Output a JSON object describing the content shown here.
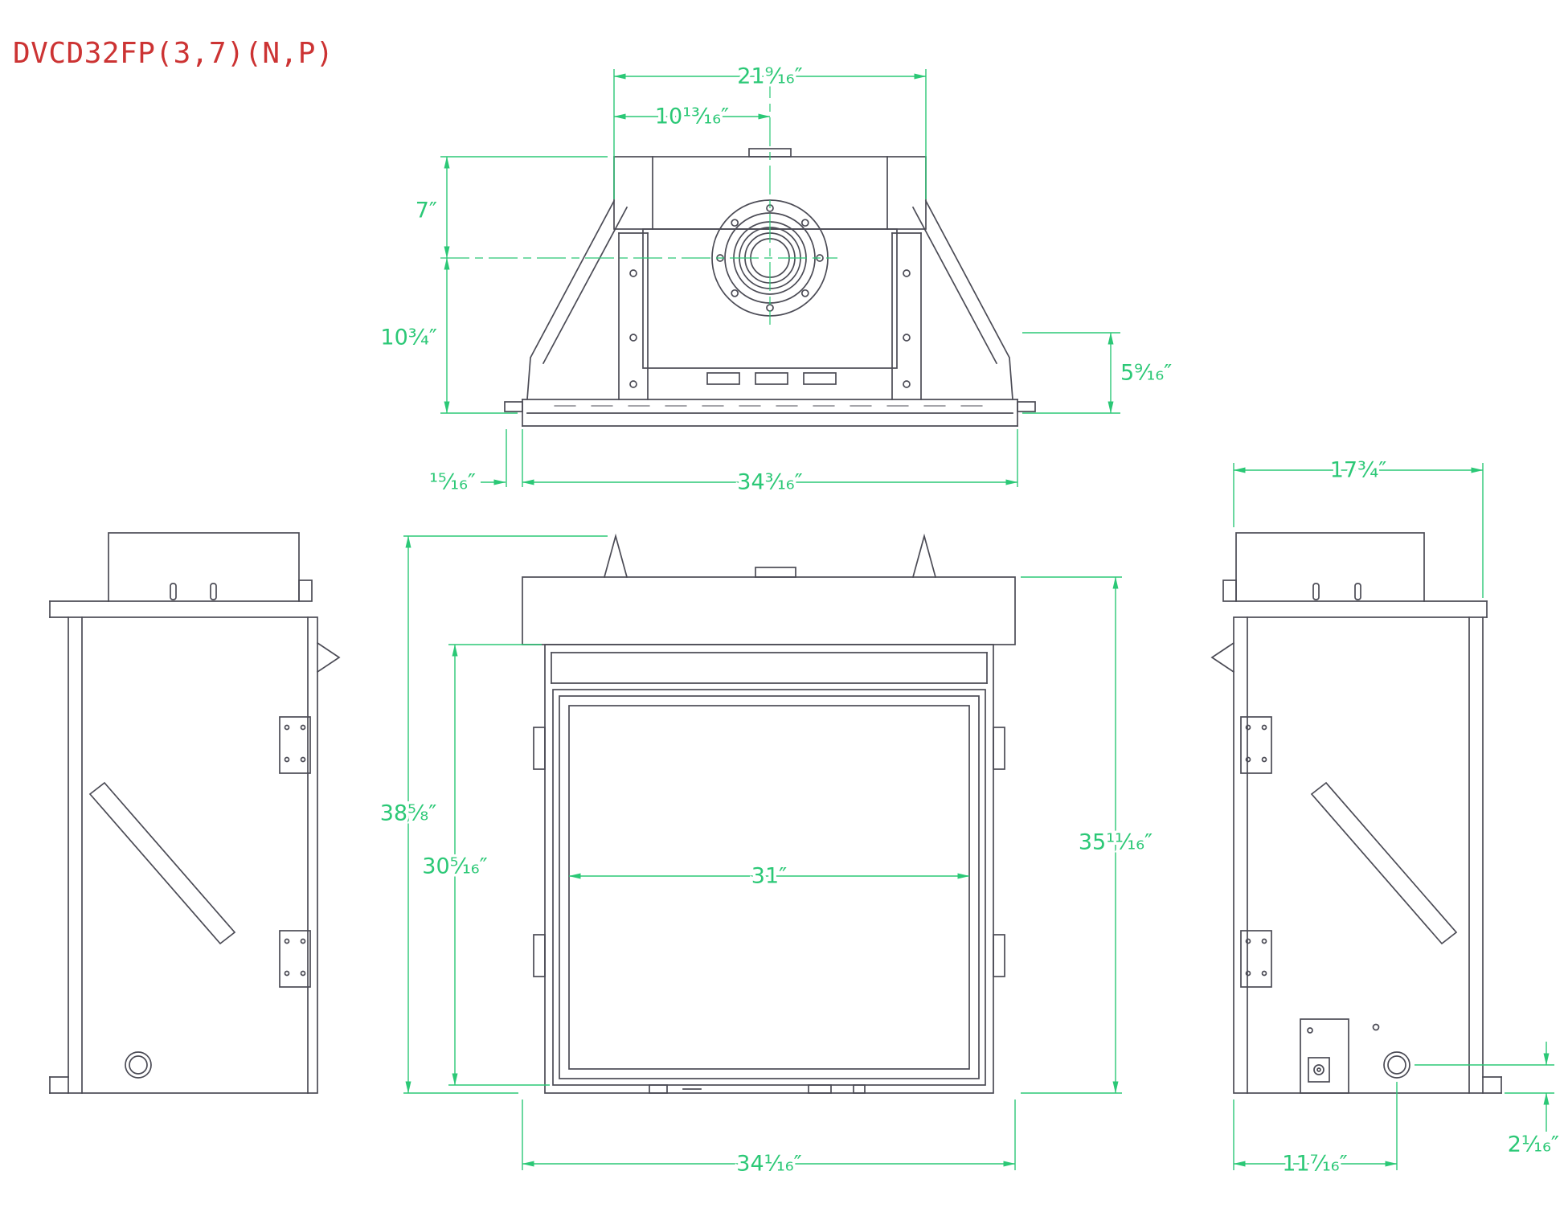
{
  "title": "DVCD32FP(3,7)(N,P)",
  "colors": {
    "drawing_lines": "#4b4b55",
    "dimension_green": "#2bc876",
    "title_red": "#cc3333",
    "background": "#ffffff"
  },
  "dims": {
    "top": {
      "upper_width": "21⁹⁄₁₆″",
      "flue_center_offset": "10¹³⁄₁₆″",
      "front_depth": "7″",
      "rear_depth": "10³⁄₄″",
      "rear_height": "5⁹⁄₁₆″",
      "flange": "¹⁵⁄₁₆″",
      "overall_width": "34³⁄₁₆″"
    },
    "front": {
      "overall_height": "38⁵⁄₈″",
      "opening_height": "30⁵⁄₁₆″",
      "glass_width": "31″",
      "body_height": "35¹¹⁄₁₆″",
      "body_width": "34¹⁄₁₆″"
    },
    "side": {
      "depth": "17³⁄₄″",
      "inlet_offset": "11⁷⁄₁₆″",
      "inlet_height": "2¹⁄₁₆″"
    }
  }
}
